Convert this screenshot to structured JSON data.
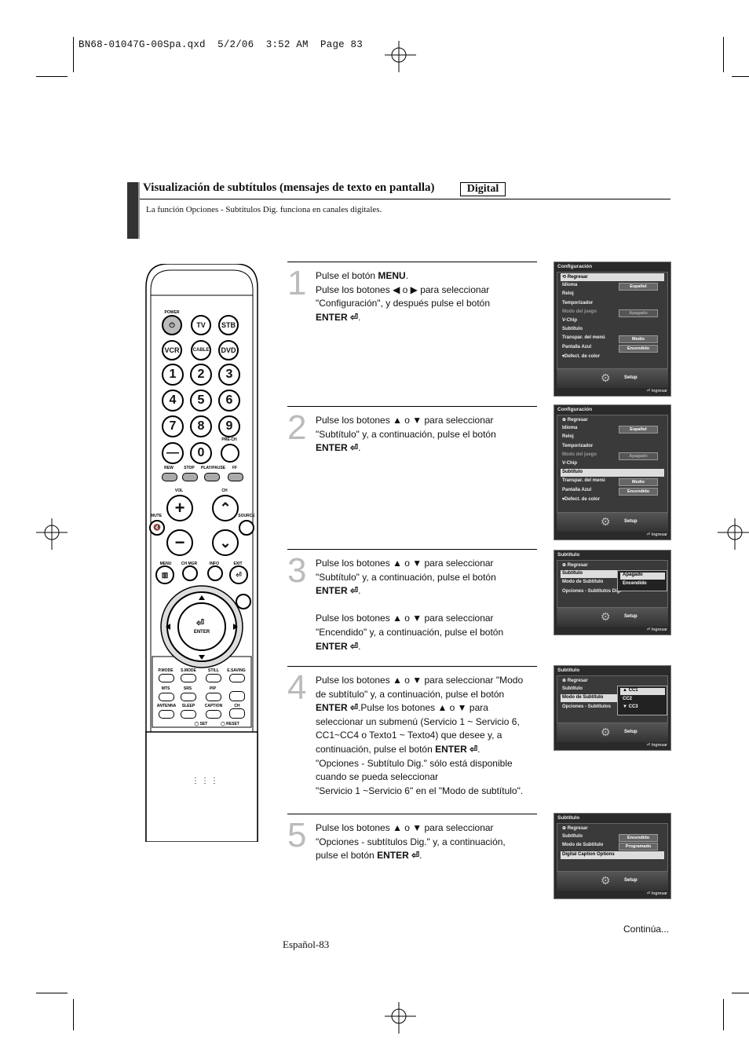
{
  "slug": "BN68-01047G-00Spa.qxd  5/2/06  3:52 AM  Page 83",
  "section": {
    "title": "Visualización de subtítulos (mensajes de texto en pantalla)",
    "badge": "Digital",
    "subtitle": "La función Opciones - Subtítulos Dig. funciona en canales digitales."
  },
  "steps": [
    {
      "num": "1",
      "lines": [
        "Pulse el botón |MENU|.",
        "Pulse los botones ◀ o ▶ para seleccionar",
        "\"Configuración\", y después pulse el botón",
        "|ENTER ⏎|."
      ]
    },
    {
      "num": "2",
      "lines": [
        "Pulse los botones ▲ o ▼ para seleccionar",
        "\"Subtítulo\"  y, a continuación, pulse el botón",
        "|ENTER ⏎|."
      ]
    },
    {
      "num": "3",
      "lines": [
        "Pulse los botones ▲ o ▼ para seleccionar",
        "\"Subtítulo\" y, a continuación, pulse el botón",
        "|ENTER ⏎|.",
        "",
        "Pulse los botones ▲ o ▼ para seleccionar",
        "\"Encendido\" y, a continuación, pulse el botón",
        "|ENTER ⏎|."
      ]
    },
    {
      "num": "4",
      "lines": [
        "Pulse los botones ▲ o ▼ para seleccionar \"Modo",
        "de subtítulo\" y, a continuación, pulse el botón",
        "|ENTER ⏎|.Pulse los botones ▲ o ▼ para",
        "seleccionar un submenú (Servicio 1 ~ Servicio 6,",
        "CC1~CC4 o Texto1 ~ Texto4) que desee y, a",
        "continuación, pulse el botón |ENTER ⏎|.",
        "\"Opciones - Subtítulo Dig.\" sólo está disponible",
        "cuando se pueda seleccionar",
        "\"Servicio 1 ~Servicio 6\"  en el \"Modo de subtítulo\"."
      ]
    },
    {
      "num": "5",
      "lines": [
        "Pulse los botones ▲ o ▼ para seleccionar",
        "\"Opciones - subtítulos Dig.\"  y, a continuación,",
        "pulse el botón |ENTER ⏎|."
      ]
    }
  ],
  "screens": [
    {
      "header": "Configuración",
      "rows": [
        {
          "label": "⟲ Regresar",
          "hl": true
        },
        {
          "label": "Idioma",
          "value": "Español"
        },
        {
          "label": "Reloj"
        },
        {
          "label": "Temporizador"
        },
        {
          "label": "Modo del juego",
          "value": "Apagado",
          "dim": true
        },
        {
          "label": "V-Chip"
        },
        {
          "label": "Subtítulo"
        },
        {
          "label": "Transpar. del menú",
          "value": "Medio"
        },
        {
          "label": "Pantalla Azul",
          "value": "Encendido"
        },
        {
          "label": "▾Defect. de color"
        }
      ],
      "setup": "Setup",
      "ingresar": "⏎ Ingresar"
    },
    {
      "header": "Configuración",
      "rows": [
        {
          "label": "⊕ Regresar"
        },
        {
          "label": "Idioma",
          "value": "Español"
        },
        {
          "label": "Reloj"
        },
        {
          "label": "Temporizador"
        },
        {
          "label": "Modo del juego",
          "value": "Apagado",
          "dim": true
        },
        {
          "label": "V-Chip"
        },
        {
          "label": "Subtítulo",
          "hl": true
        },
        {
          "label": "Transpar. del menú",
          "value": "Medio"
        },
        {
          "label": "Pantalla Azul",
          "value": "Encendido"
        },
        {
          "label": "▾Defect. de color"
        }
      ],
      "setup": "Setup",
      "ingresar": "⏎ Ingresar"
    },
    {
      "header": "Subtítulo",
      "rows": [
        {
          "label": "⊕ Regresar"
        },
        {
          "label": "Subtítulo",
          "hl": true
        },
        {
          "label": "Modo de Subtítulo"
        },
        {
          "label": "Opciones - Subtítulos Dig."
        }
      ],
      "popup": [
        "Apagado",
        "Encendido"
      ],
      "setup": "Setup",
      "ingresar": "⏎ Ingresar"
    },
    {
      "header": "Subtítulo",
      "rows": [
        {
          "label": "⊕ Regresar"
        },
        {
          "label": "Subtítulo"
        },
        {
          "label": "Modo de Subtítulo",
          "hl": true
        },
        {
          "label": "Opciones - Subtítulos"
        }
      ],
      "popup": [
        "▲ CC1",
        "CC2",
        "▼ CC3"
      ],
      "setup": "Setup",
      "ingresar": "⏎ Ingresar"
    },
    {
      "header": "Subtítulo",
      "rows": [
        {
          "label": "⊕ Regresar"
        },
        {
          "label": "Subtítulo",
          "value": "Encendido"
        },
        {
          "label": "Modo de Subtítulo",
          "value": "Programado"
        },
        {
          "label": "Digital Caption Options",
          "hl": true
        }
      ],
      "setup": "Setup",
      "ingresar": "⏎ Ingresar"
    }
  ],
  "remote": {
    "power": "POWER",
    "tv": "TV",
    "stb": "STB",
    "vcr": "VCR",
    "cable": "CABLE",
    "dvd": "DVD",
    "digits": [
      "1",
      "2",
      "3",
      "4",
      "5",
      "6",
      "7",
      "8",
      "9",
      "—",
      "0"
    ],
    "prech": "PRE-CH",
    "transport": [
      "REW",
      "STOP",
      "PLAY/PAUSE",
      "FF"
    ],
    "vol": "VOL",
    "ch": "CH",
    "mute": "MUTE",
    "source": "SOURCE",
    "menu": "MENU",
    "chmgr": "CH MGR",
    "info": "INFO",
    "exit": "EXIT",
    "enter": "ENTER",
    "bottom": [
      "P.MODE",
      "S.MODE",
      "STILL",
      "E.SAVING",
      "MTS",
      "SRS",
      "PIP",
      "ANTENNA",
      "SLEEP",
      "CAPTION",
      "CH"
    ],
    "set": "◯ SET",
    "reset": "◯ RESET"
  },
  "continua": "Continúa...",
  "footer": "Español-83"
}
